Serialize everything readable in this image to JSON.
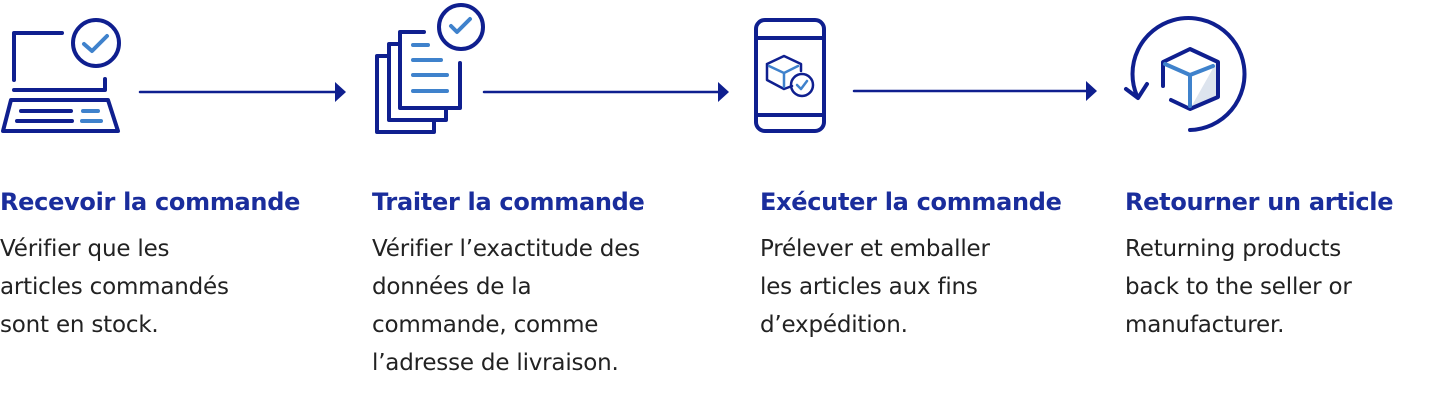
{
  "colors": {
    "dark": "#0f1f8f",
    "light": "#3f82cc",
    "title": "#1a2d9c"
  },
  "steps": [
    {
      "icon": "laptop-check-icon",
      "title": "Recevoir la commande",
      "description": "Vérifier que les\narticles commandés\nsont en stock."
    },
    {
      "icon": "documents-check-icon",
      "title": "Traiter la commande",
      "description": "Vérifier l’exactitude des\ndonnées de la\ncommande, comme\nl’adresse de livraison."
    },
    {
      "icon": "phone-package-icon",
      "title": "Exécuter la commande",
      "description": "Prélever et emballer\nles articles aux fins\nd’expédition."
    },
    {
      "icon": "return-package-icon",
      "title": "Retourner un article",
      "description": "Returning products\nback to the seller or\nmanufacturer."
    }
  ]
}
